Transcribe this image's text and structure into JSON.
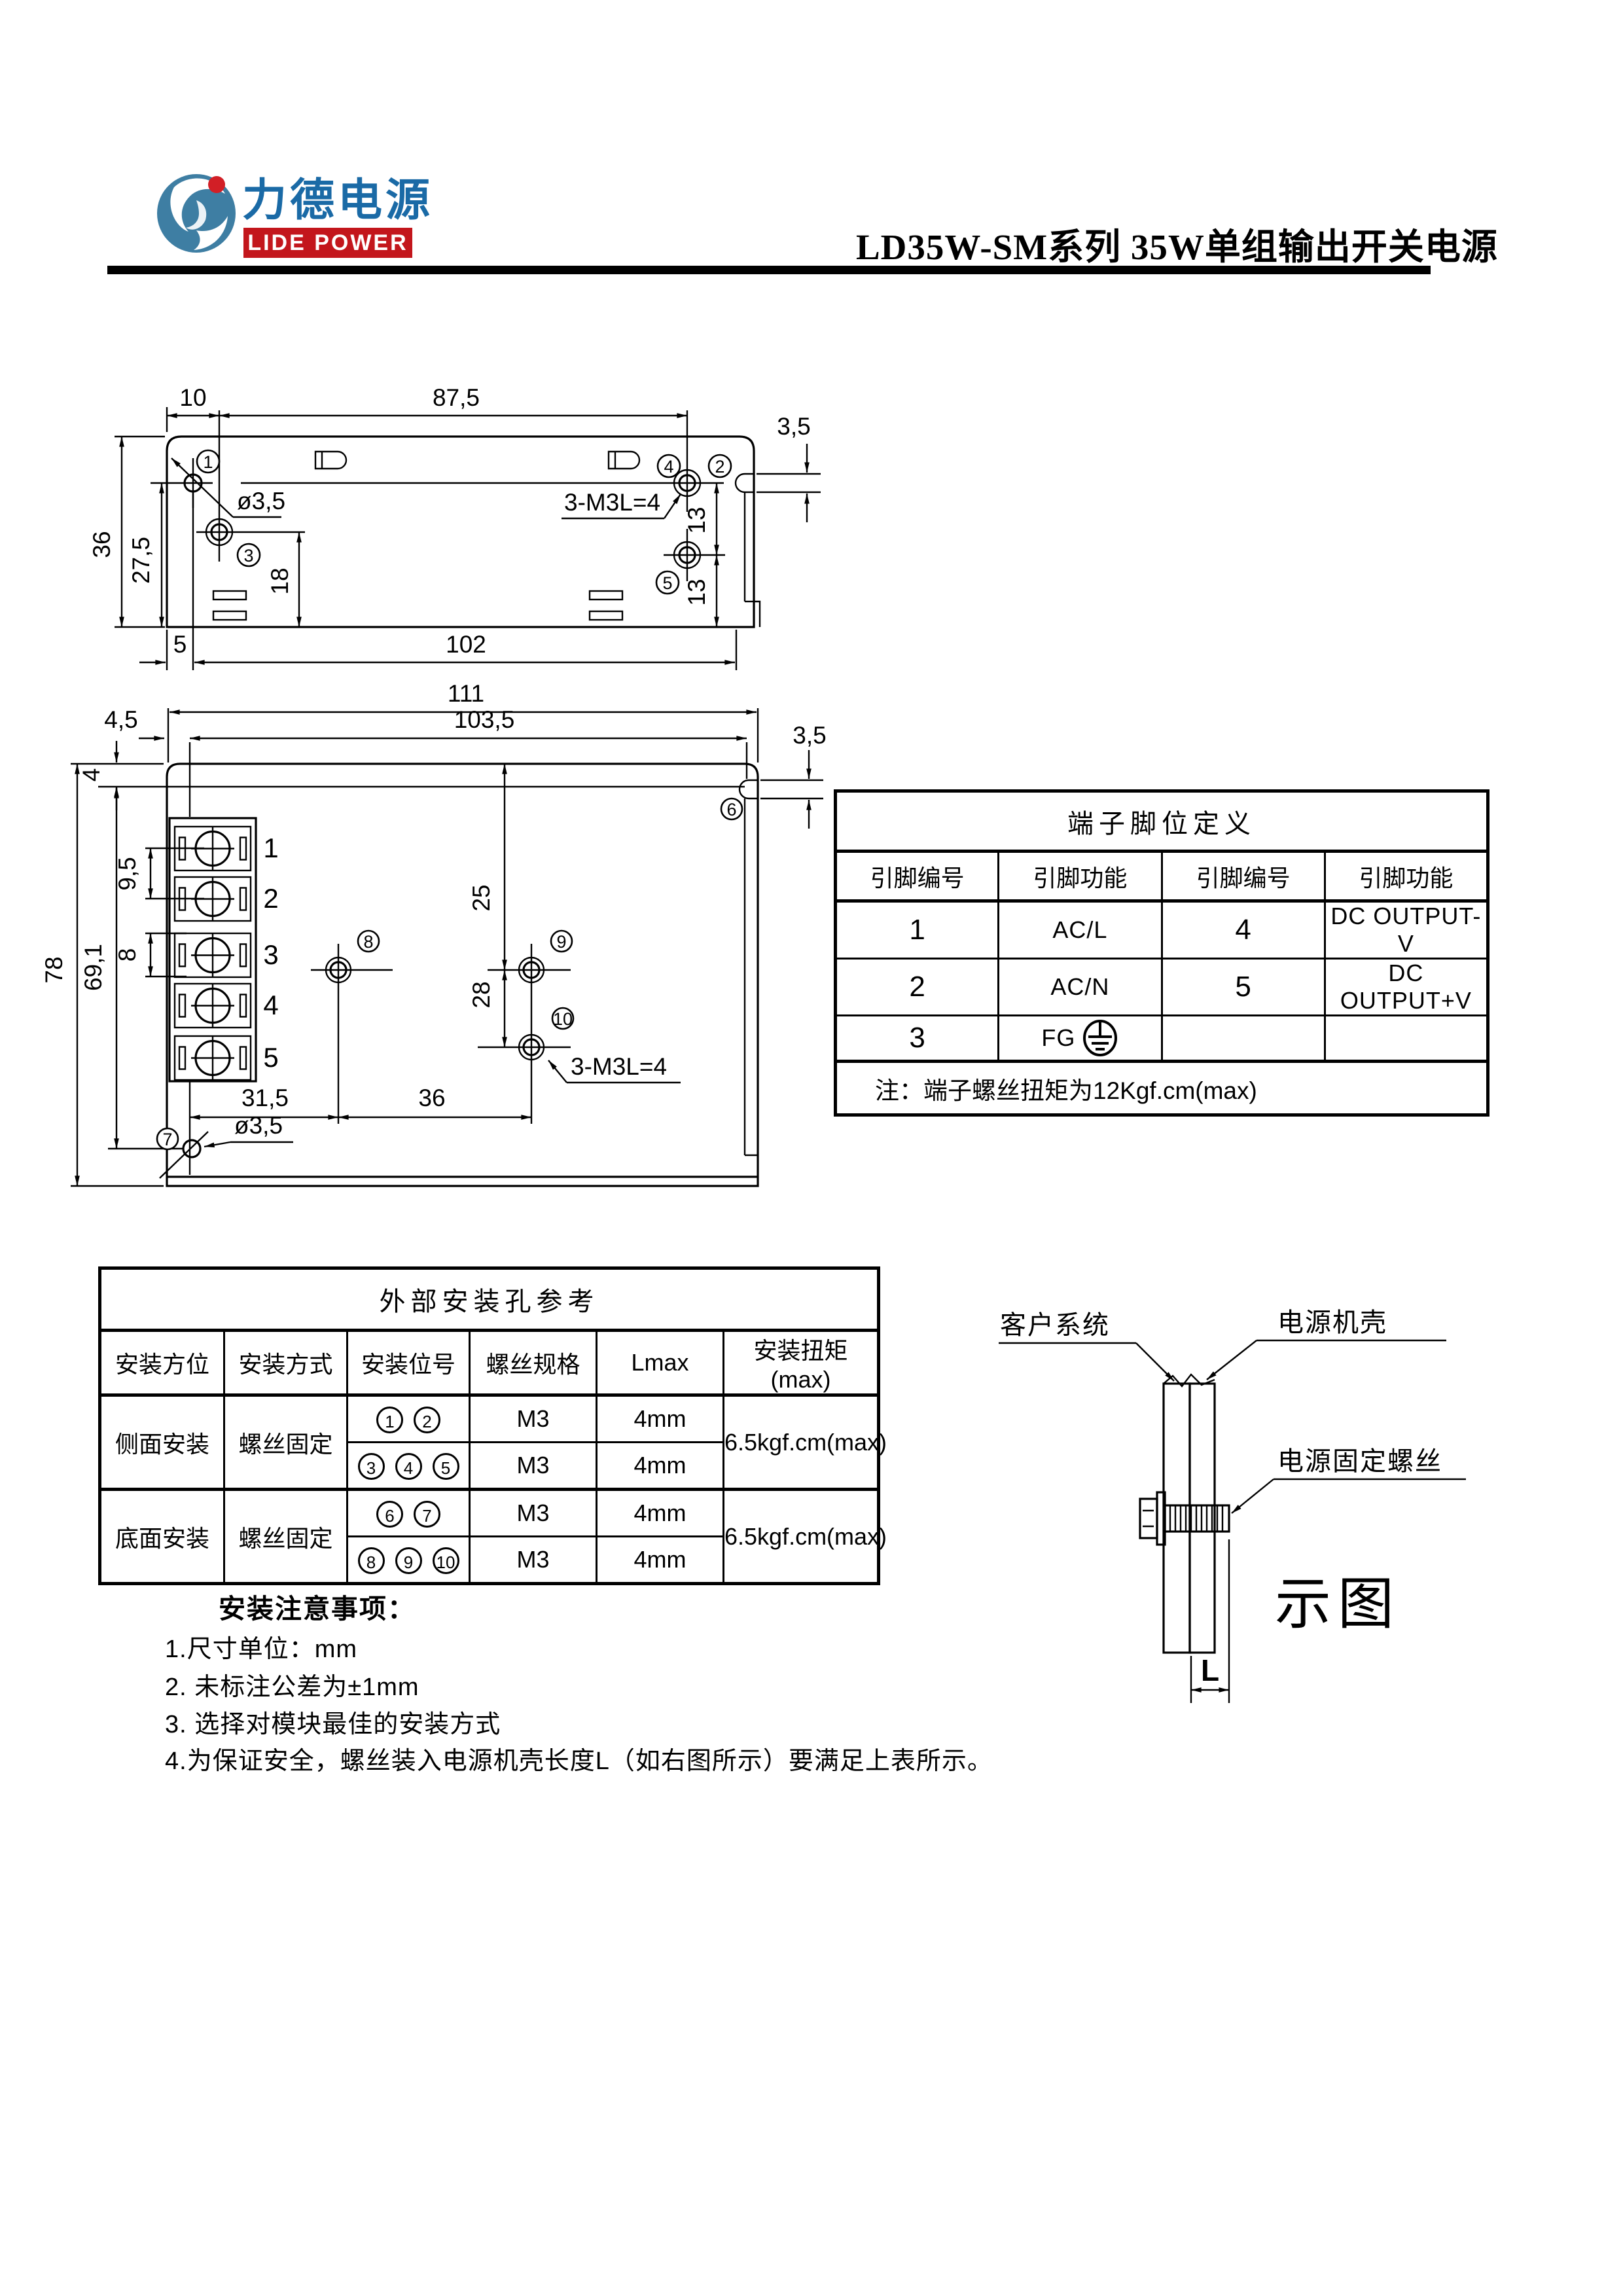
{
  "colors": {
    "accent_red": "#c3161c",
    "logo_blue": "#1a6aa6",
    "line": "#000000"
  },
  "header": {
    "logo_cn": "力德电源",
    "logo_en": "LIDE POWER",
    "logo_icon": "lide-swirl-icon",
    "title": "LD35W-SM系列 35W单组输出开关电源"
  },
  "drawing1": {
    "dims": {
      "top_left": "10",
      "top_width": "87,5",
      "right_offset": "3,5",
      "height": "36",
      "hole_height": "27,5",
      "hole_dia": "ø3,5",
      "screw_spec": "3-M3L=4",
      "vent": "18",
      "pitch_a": "13",
      "pitch_b": "13",
      "bottom_left": "5",
      "bottom_width": "102"
    },
    "holes": [
      "1",
      "2",
      "3",
      "4",
      "5"
    ]
  },
  "drawing2": {
    "dims": {
      "width": "111",
      "inner_width": "103,5",
      "left_offset": "4,5",
      "right_offset": "3,5",
      "top_offset": "4",
      "pitch_a": "9,5",
      "pitch_b": "8",
      "height": "78",
      "inner_height": "69,1",
      "v25": "25",
      "v28": "28",
      "h315": "31,5",
      "h36": "36",
      "hole_dia": "ø3,5",
      "screw_spec": "3-M3L=4"
    },
    "terminals": [
      "1",
      "2",
      "3",
      "4",
      "5"
    ],
    "holes": [
      "6",
      "7",
      "8",
      "9",
      "10"
    ]
  },
  "terminal_table": {
    "title": "端子脚位定义",
    "headers": [
      "引脚编号",
      "引脚功能",
      "引脚编号",
      "引脚功能"
    ],
    "rows": [
      [
        "1",
        "AC/L",
        "4",
        "DC OUTPUT-V"
      ],
      [
        "2",
        "AC/N",
        "5",
        "DC OUTPUT+V"
      ],
      [
        "3",
        "FG",
        "",
        ""
      ]
    ],
    "ground_icon": "earth-ground-icon",
    "note": "注：端子螺丝扭矩为12Kgf.cm(max)"
  },
  "mount_table": {
    "title": "外部安装孔参考",
    "headers": [
      "安装方位",
      "安装方式",
      "安装位号",
      "螺丝规格",
      "Lmax",
      "安装扭矩(max)"
    ],
    "groups": [
      {
        "position": "侧面安装",
        "method": "螺丝固定",
        "torque": "6.5kgf.cm(max)",
        "rows": [
          {
            "holes": [
              "1",
              "2"
            ],
            "screw": "M3",
            "lmax": "4mm"
          },
          {
            "holes": [
              "3",
              "4",
              "5"
            ],
            "screw": "M3",
            "lmax": "4mm"
          }
        ]
      },
      {
        "position": "底面安装",
        "method": "螺丝固定",
        "torque": "6.5kgf.cm(max)",
        "rows": [
          {
            "holes": [
              "6",
              "7"
            ],
            "screw": "M3",
            "lmax": "4mm"
          },
          {
            "holes": [
              "8",
              "9",
              "10"
            ],
            "screw": "M3",
            "lmax": "4mm"
          }
        ]
      }
    ]
  },
  "notes": {
    "heading": "安装注意事项：",
    "items": [
      "1.尺寸单位：mm",
      "2. 未标注公差为±1mm",
      "3. 选择对模块最佳的安装方式",
      "4.为保证安全，螺丝装入电源机壳长度L（如右图所示）要满足上表所示。"
    ]
  },
  "diagram": {
    "customer": "客户系统",
    "case": "电源机壳",
    "screw": "电源固定螺丝",
    "caption": "示图",
    "dim": "L"
  }
}
